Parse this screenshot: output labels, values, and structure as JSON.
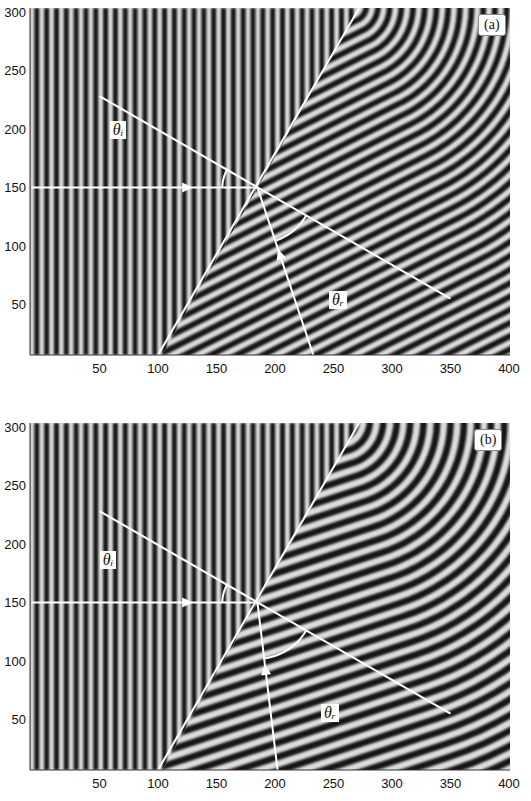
{
  "diagram": {
    "labels": [
      "300",
      "250",
      "200",
      "150",
      "100",
      "50",
      "(a)",
      "θᵢ",
      "θᵣ",
      "50",
      "100",
      "150",
      "200",
      "250",
      "300",
      "350",
      "400",
      "300",
      "250",
      "200",
      "150",
      "100",
      "50",
      "(b)",
      "θᵢ",
      "θᵣ",
      "50",
      "100",
      "150",
      "200",
      "250",
      "300",
      "350",
      "400"
    ]
  }
}
